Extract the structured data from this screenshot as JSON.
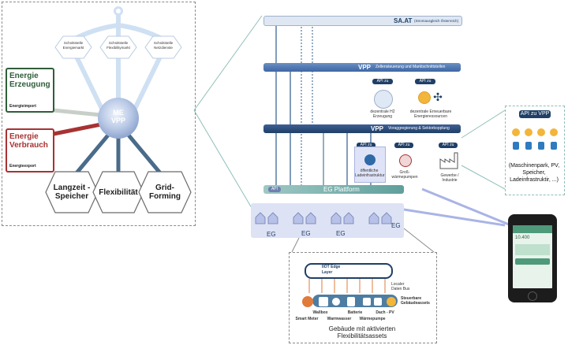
{
  "left": {
    "center_label": "ME\nVPP",
    "top_hexes": [
      "Schnittstelle Energiemarkt",
      "Schnittstelle Flexibilitymarkt",
      "Schnittstelle Netzdienste"
    ],
    "bottom_hexes": [
      "Langzeit - Speicher",
      "Flexibilität",
      "Grid-Forming"
    ],
    "erzeugung": {
      "title": "Energie Erzeugung",
      "sub": "Energieimport"
    },
    "verbrauch": {
      "title": "Energie Verbrauch",
      "sub": "Energieexport"
    }
  },
  "right": {
    "saat": {
      "title": "SA.AT",
      "sub": "(Stromausgleich Österreich)"
    },
    "vpp1": {
      "title": "VPP",
      "sub": "Zellensteuerung und Marktschnittstellen"
    },
    "vpp2": {
      "title": "VPP",
      "sub": "Voraggregierung & Sektorkopplung"
    },
    "api_vpp": "API zu VPP",
    "h2": "dezentrale H2 Erzeugung",
    "erneuerbar": "dezentrale Erneuerbare Energieressourcen",
    "ladeinfra": "öffentliche Ladeinfrastruktur",
    "waermepumpen": "Groß-wärmepumpen",
    "gewerbe": "Gewerbe / Industrie",
    "eg_plattform": "EG Plattform",
    "api": "API",
    "eg_labels": [
      "EG",
      "EG",
      "EG",
      "EG"
    ],
    "callout": {
      "api_title": "API zu VPP",
      "text": "(Maschinenpark, PV, Speicher, Ladeinfrastruktir, ...)"
    },
    "phone_value": "10.400"
  },
  "building": {
    "iiot": "IIOT Edge Layer",
    "bus": "Localer Daten Bus",
    "steuerbar": "Steuerbare Gebäudeassets",
    "assets_top": [
      "Wallbox",
      "Batterie",
      "Dach - PV"
    ],
    "assets_bottom": [
      "Smart Meter",
      "Warmwasser",
      "Wärmepumpe"
    ],
    "footer": "Gebäude mit aktivierten Flexibilitätsassets"
  },
  "colors": {
    "navy": "#1f3f66",
    "green": "#2f5d3a",
    "red": "#a83232",
    "steel": "#4a6b8a",
    "teal": "#4e8f8c"
  }
}
